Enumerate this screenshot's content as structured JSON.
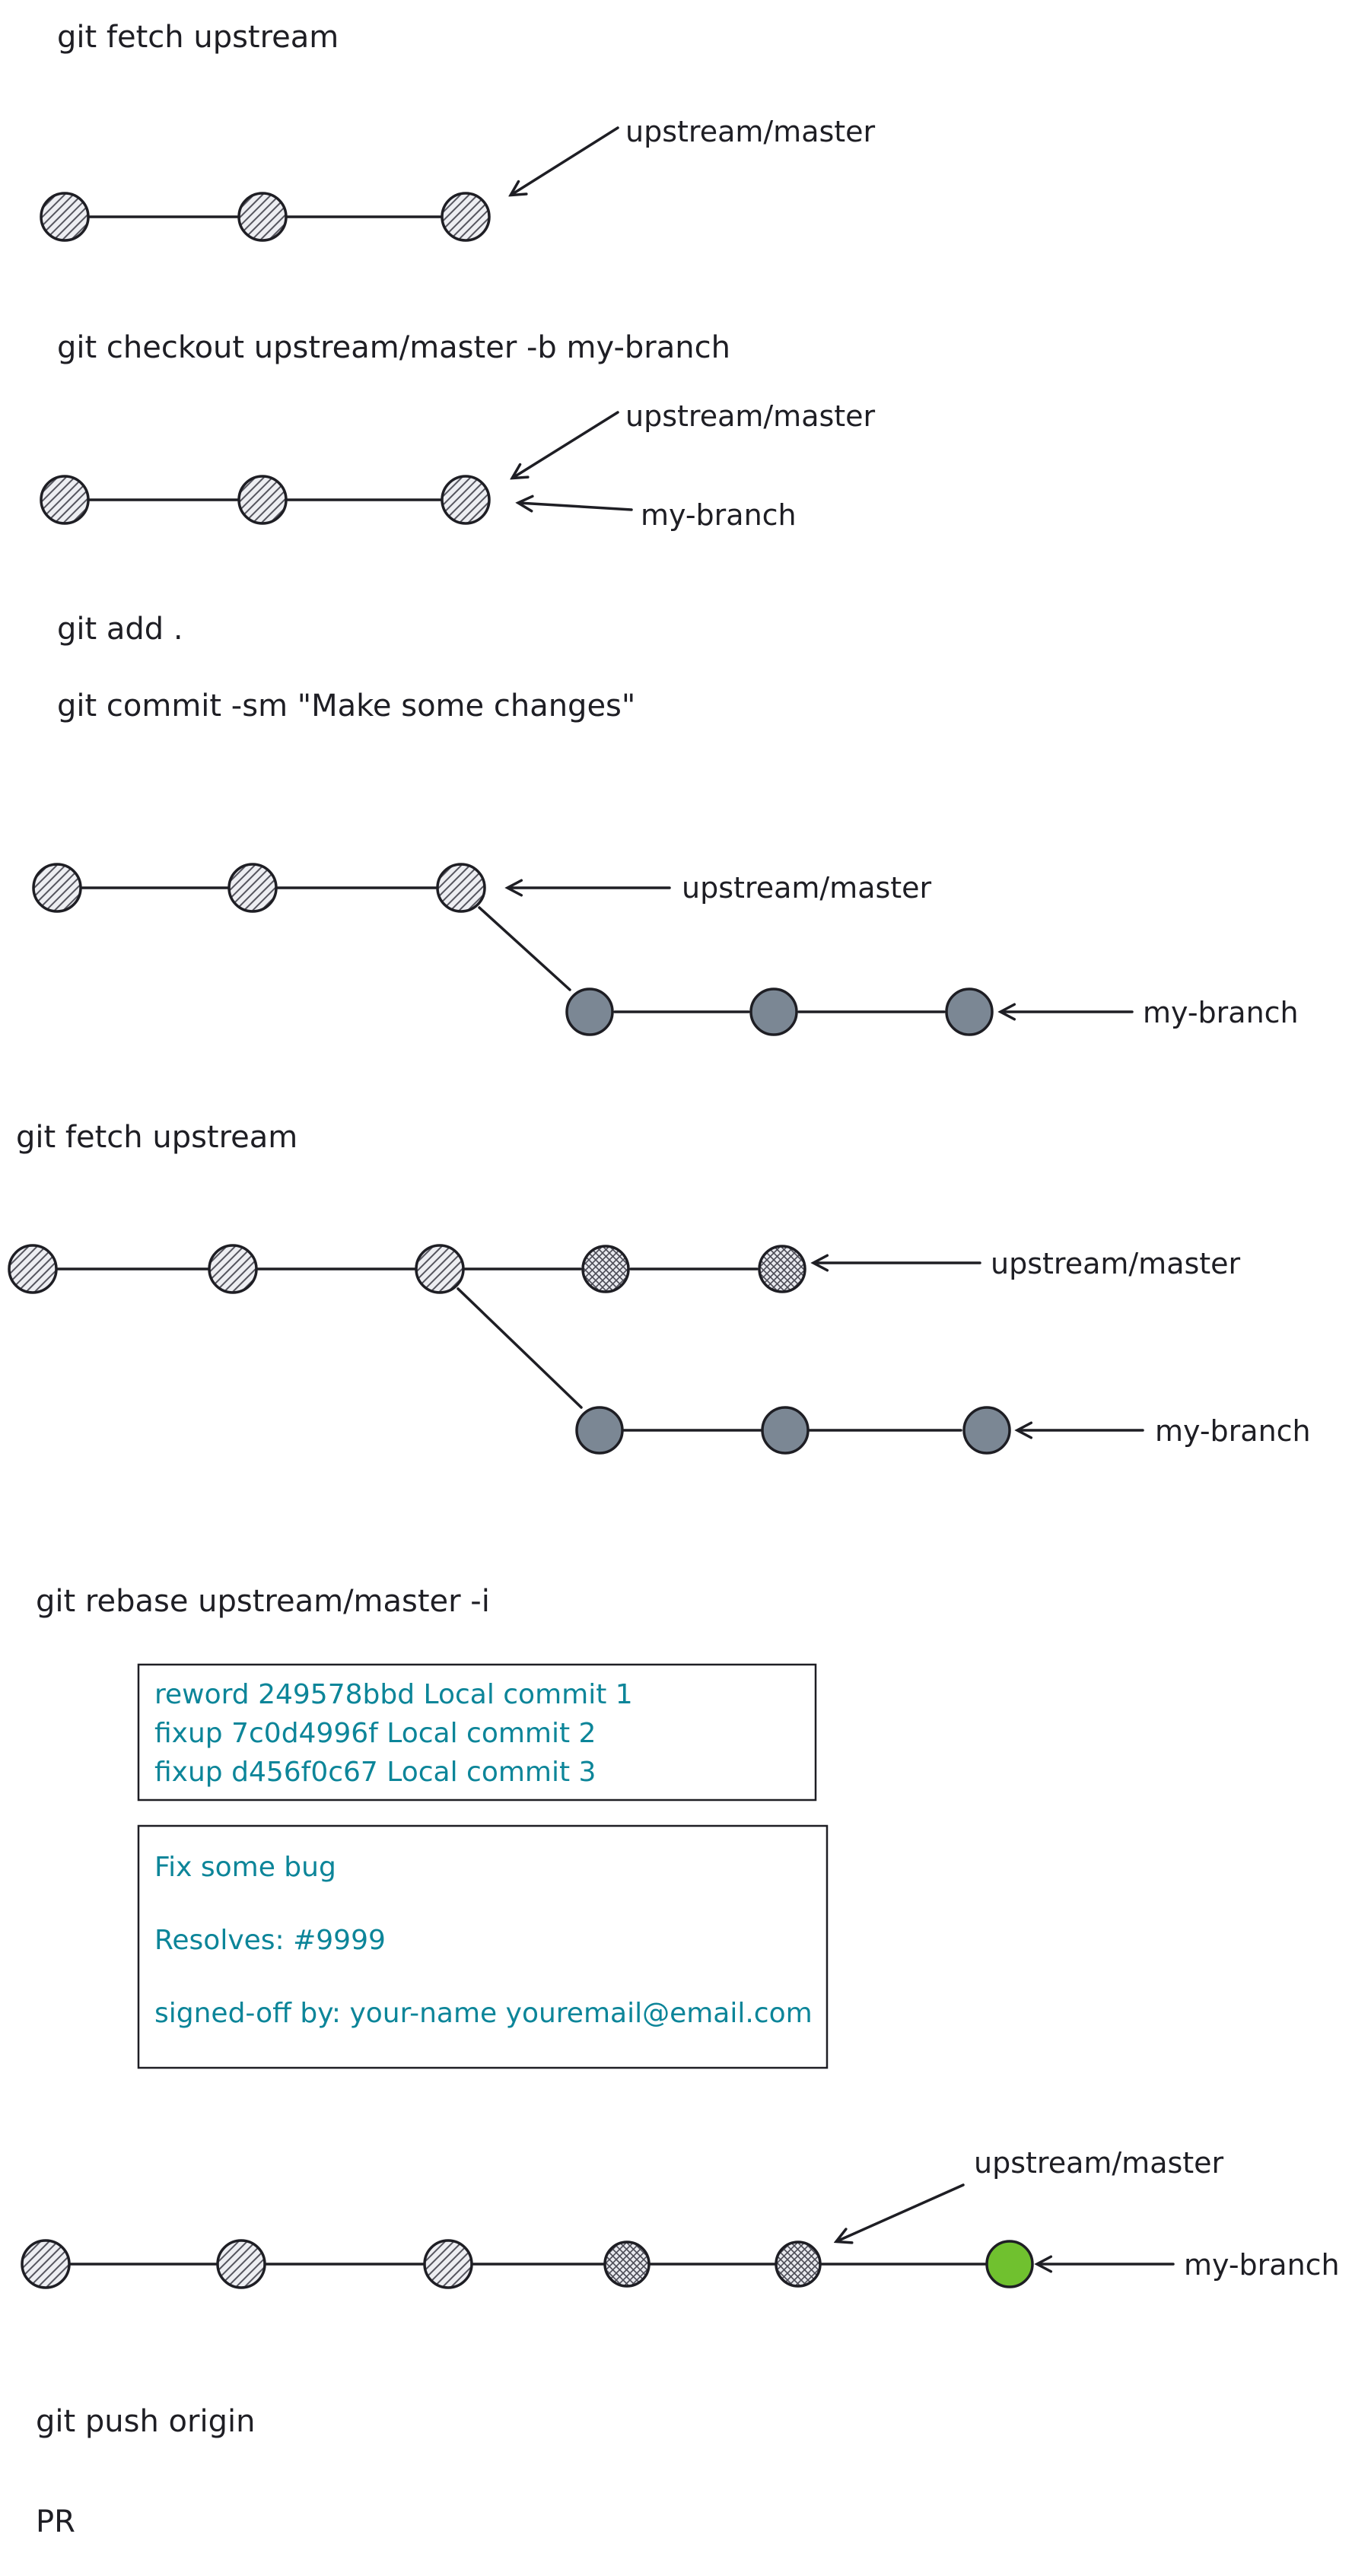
{
  "diagram": {
    "steps": {
      "fetch1": "git fetch upstream",
      "checkout": "git checkout upstream/master -b my-branch",
      "add": "git add .",
      "commit": "git commit -sm \"Make some changes\"",
      "fetch2": "git fetch upstream",
      "rebase": "git rebase upstream/master -i",
      "push": "git push origin",
      "pr": "PR"
    },
    "branch_labels": {
      "upstream_master": "upstream/master",
      "my_branch": "my-branch"
    },
    "rebase_todo_lines": [
      "reword 249578bbd Local commit 1",
      "fixup 7c0d4996f Local commit 2",
      "fixup d456f0c67 Local commit 3"
    ],
    "commit_message_lines": [
      "Fix some bug",
      "Resolves: #9999",
      "signed-off by: your-name youremail@email.com"
    ],
    "colors": {
      "ink": "#1e1e24",
      "todo_text": "#0c8599",
      "commit_new_fill": "#e8e9ee",
      "commit_local_fill": "#7b8794",
      "commit_final_fill": "#70c12f"
    }
  }
}
